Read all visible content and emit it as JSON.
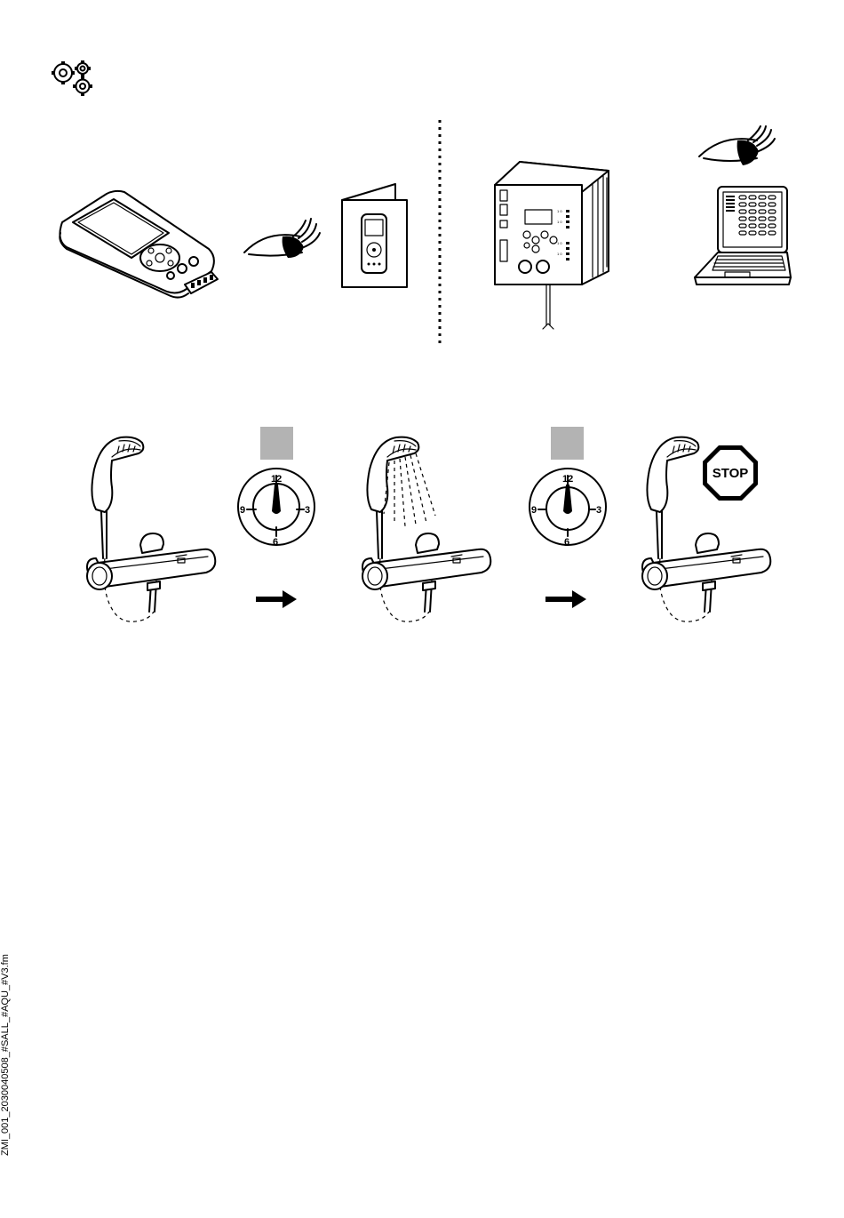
{
  "icons": {
    "settings": "gears-icon",
    "handheld": "handheld-terminal-icon",
    "eye": "eye-icon",
    "manual": "manual-booklet-icon",
    "controller": "control-unit-icon",
    "laptop": "laptop-icon",
    "shower": "shower-mixer-icon",
    "timer": "timer-dial-icon",
    "arrow": "arrow-right-icon",
    "stop": "stop-sign-icon"
  },
  "timer": {
    "n12": "12",
    "n3": "3",
    "n6": "6",
    "n9": "9"
  },
  "stop_sign": {
    "text": "STOP"
  },
  "colors": {
    "gray_box": "#b3b3b3",
    "line": "#000000"
  },
  "footer": {
    "filename": "ZMI_001_20300405​08_#SALL_#AQU_#V3.fm"
  }
}
